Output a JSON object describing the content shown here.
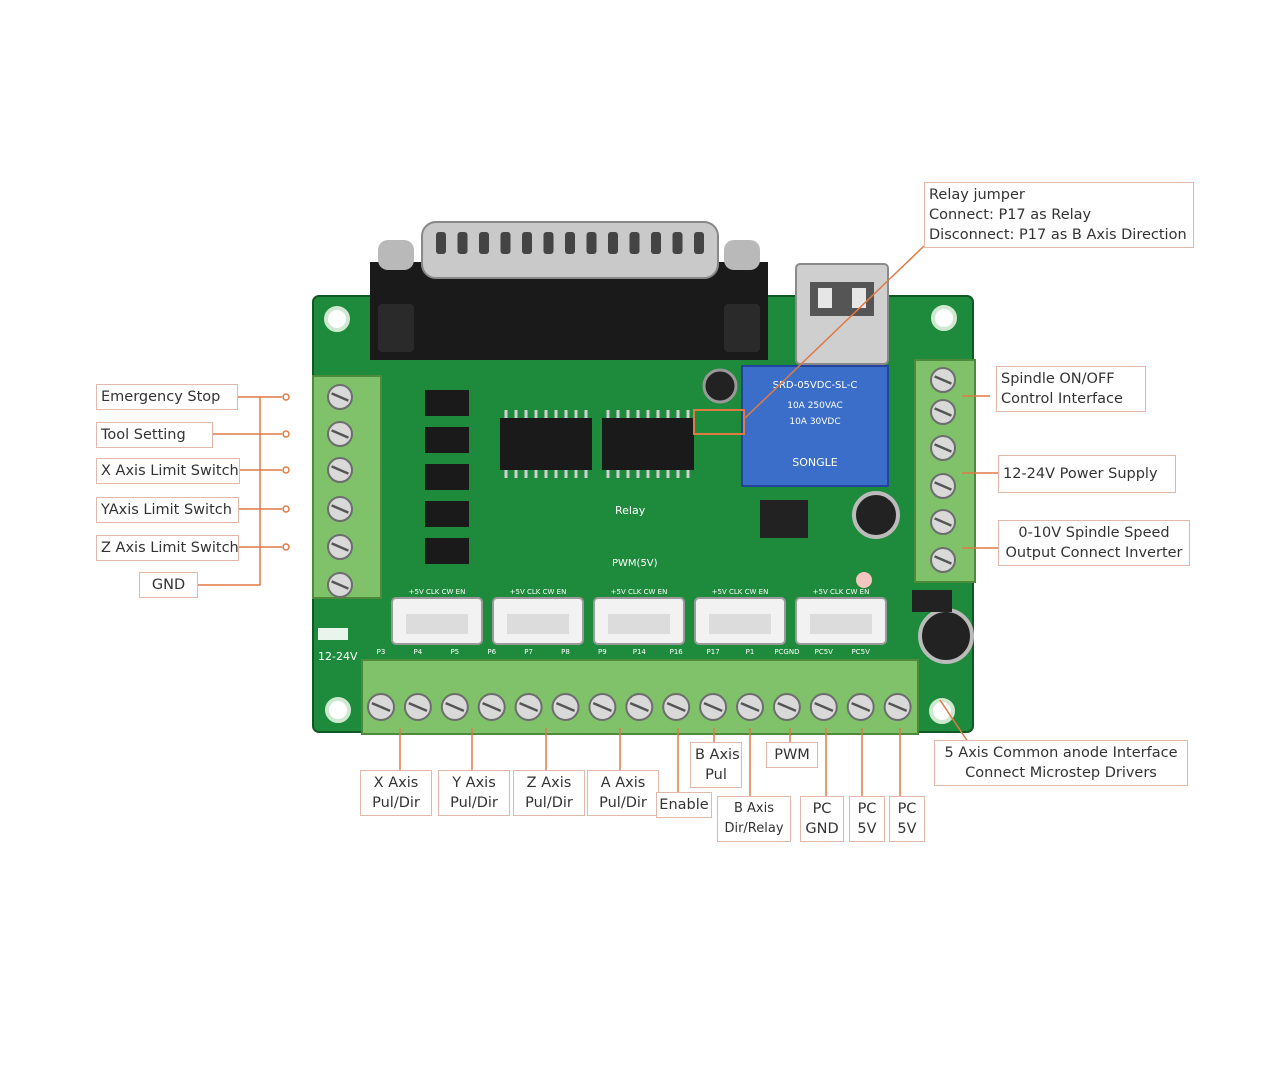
{
  "left_labels": [
    "Emergency Stop",
    "Tool Setting",
    "X Axis Limit Switch",
    "YAxis Limit Switch",
    "Z Axis Limit Switch",
    "GND"
  ],
  "relay_box": {
    "line1": "Relay jumper",
    "line2": "Connect: P17 as Relay",
    "line3": "Disconnect: P17 as B Axis Direction"
  },
  "right_labels": {
    "spindle": [
      "Spindle ON/OFF",
      "Control Interface"
    ],
    "power": "12-24V Power Supply",
    "speed": [
      "0-10V Spindle Speed",
      "Output Connect Inverter"
    ],
    "anode": [
      "5 Axis Common anode Interface",
      "Connect Microstep Drivers"
    ]
  },
  "bottom_labels": {
    "x": [
      "X Axis",
      "Pul/Dir"
    ],
    "y": [
      "Y Axis",
      "Pul/Dir"
    ],
    "z": [
      "Z Axis",
      "Pul/Dir"
    ],
    "a": [
      "A Axis",
      "Pul/Dir"
    ],
    "enable": "Enable",
    "b_pul": [
      "B Axis",
      "Pul"
    ],
    "b_dir": [
      "B Axis",
      "Dir/Relay"
    ],
    "pwm": "PWM",
    "pc_gnd": [
      "PC",
      "GND"
    ],
    "pc_5v_1": [
      "PC",
      "5V"
    ],
    "pc_5v_2": [
      "PC",
      "5V"
    ]
  },
  "board": {
    "relay_text": [
      "SRD-05VDC-SL-C",
      "10A 250VAC",
      "10A 30VDC",
      "SONGLE"
    ],
    "silk_12v": "12-24V",
    "silk_relay": "Relay",
    "silk_pwm": "PWM(5V)",
    "header_pins": "+5V CLK CW EN",
    "bottom_pins": [
      "P3",
      "P4",
      "P5",
      "P6",
      "P7",
      "P8",
      "P9",
      "P14",
      "P16",
      "P17",
      "P1",
      "PCGND",
      "PC5V",
      "PC5V"
    ]
  },
  "colors": {
    "pcb": "#1e8a3c",
    "terminal": "#7fc26a",
    "label_border": "#e2b9a8",
    "leader": "#e07a44",
    "relay": "#3a6ec8"
  }
}
